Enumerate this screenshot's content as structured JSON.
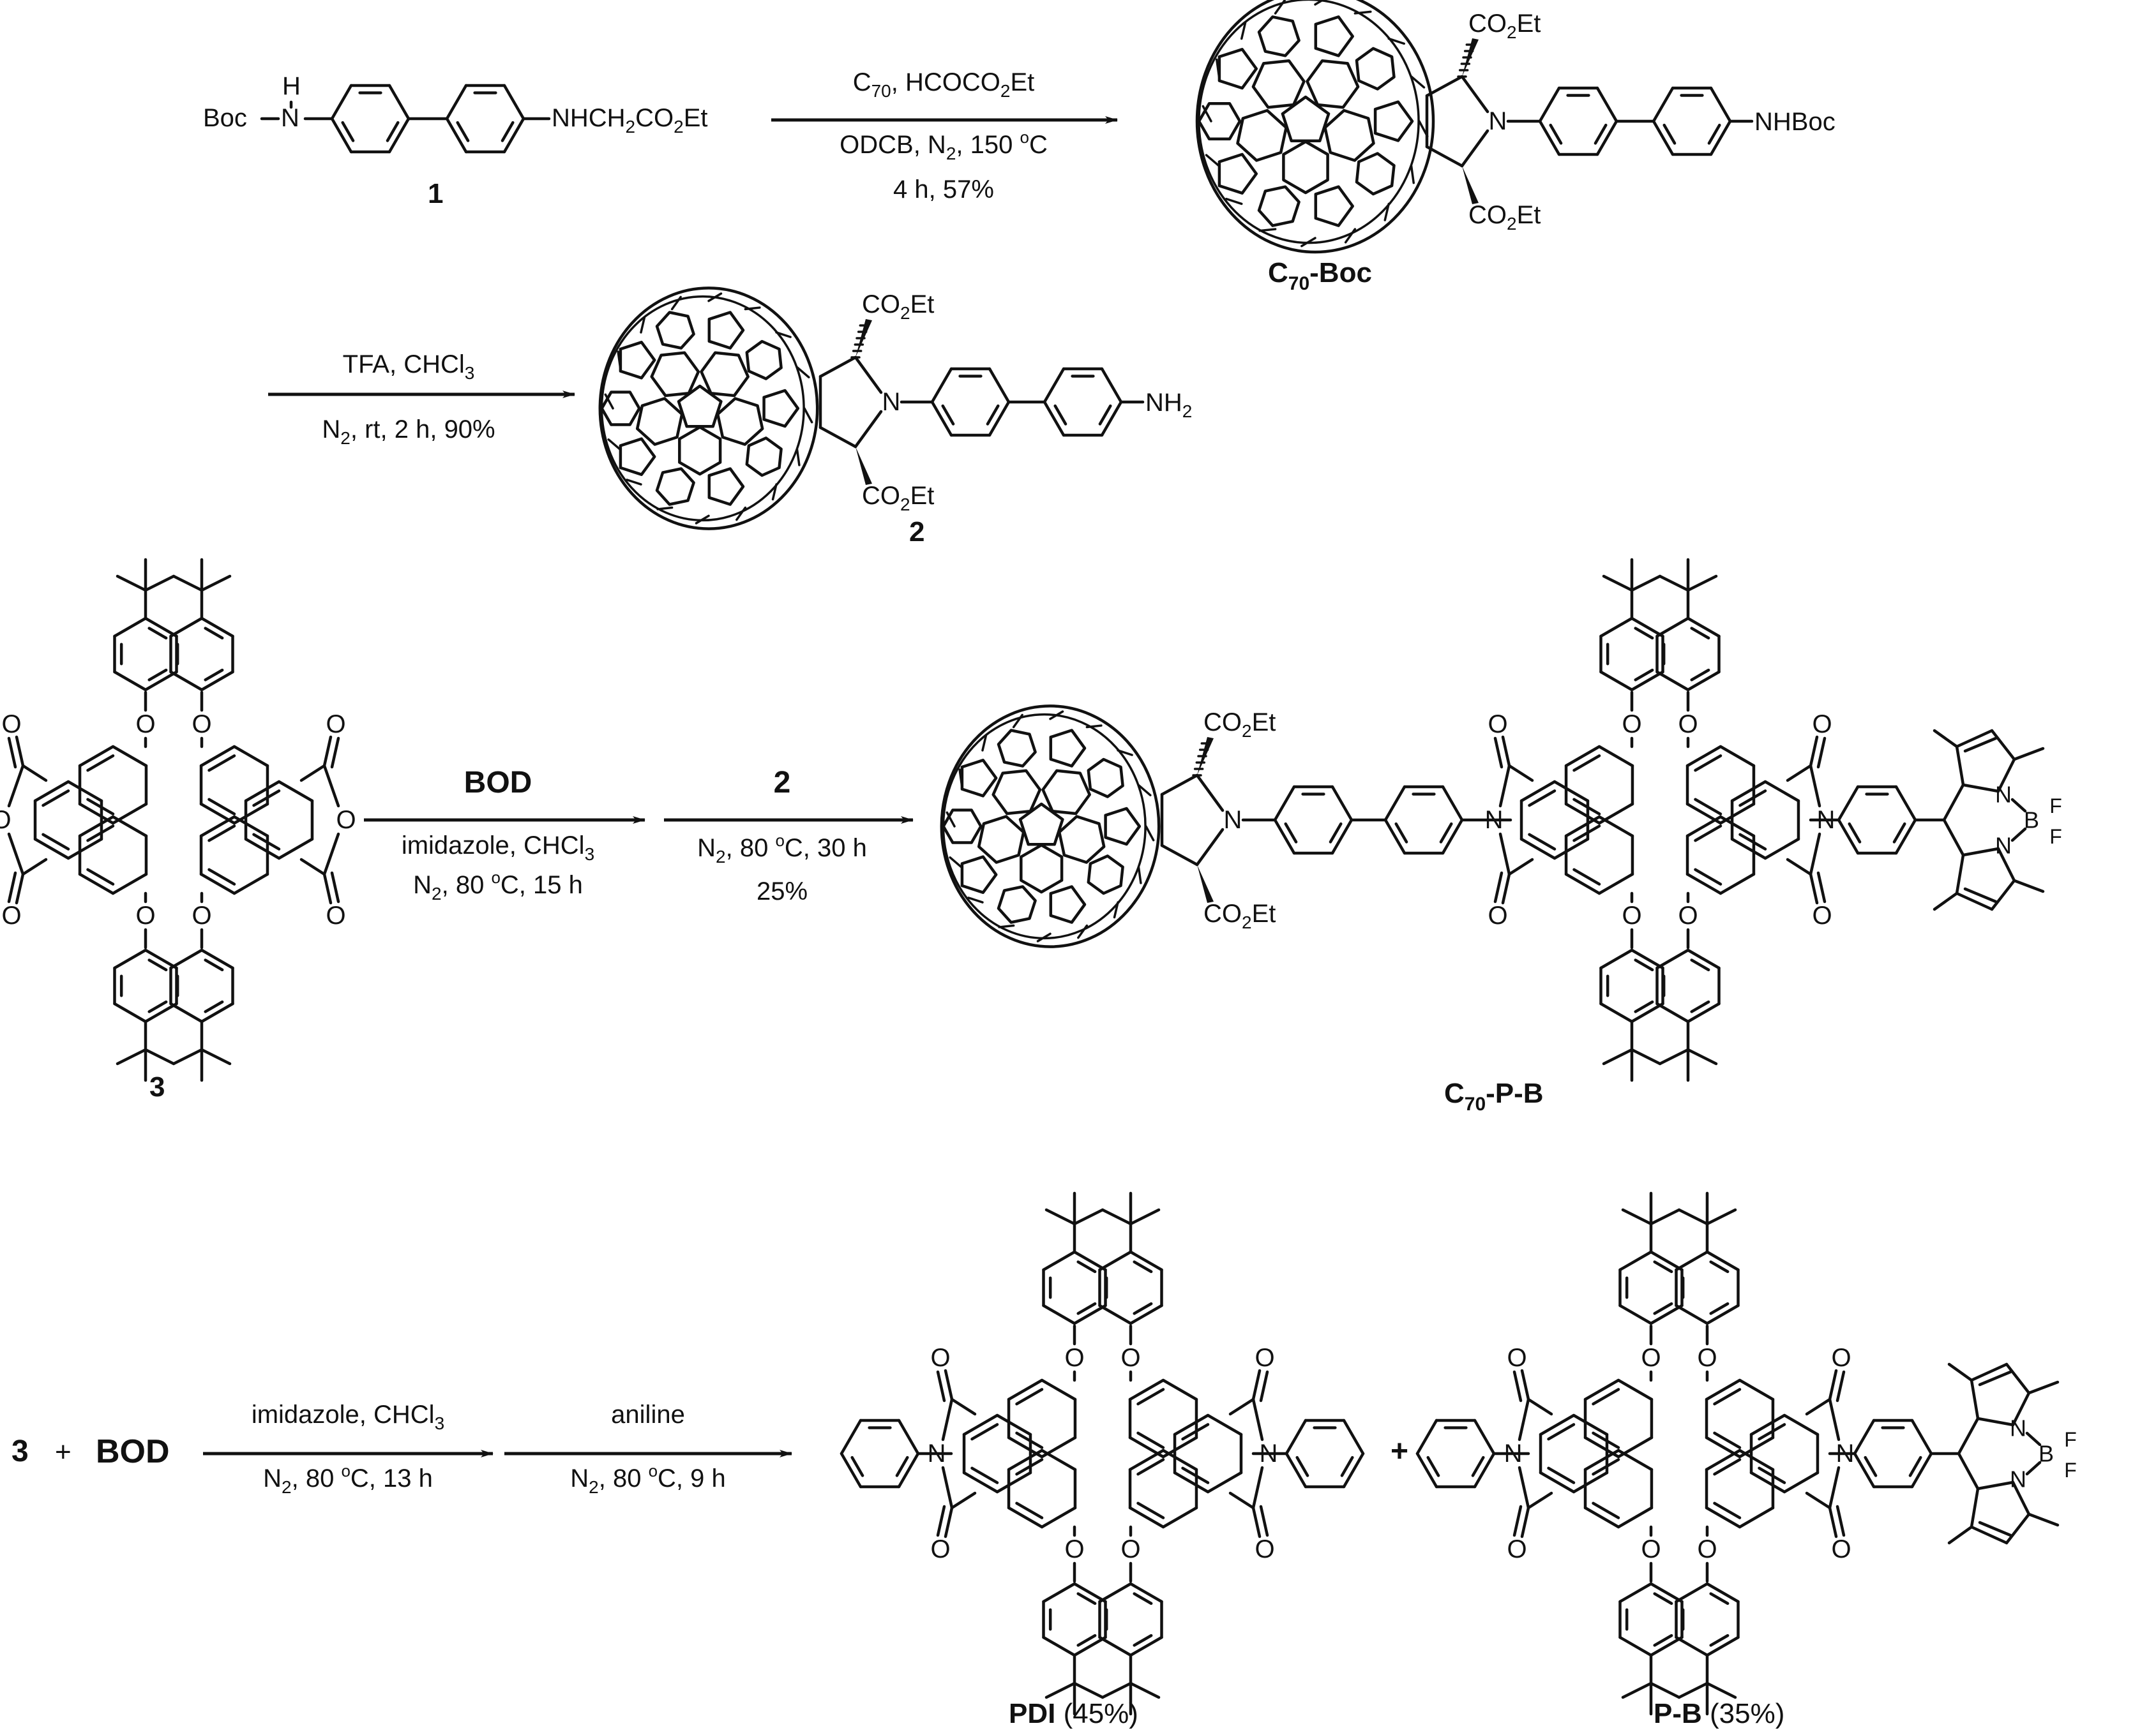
{
  "compounds": {
    "c1": {
      "boc": "Boc",
      "nh": "N",
      "h": "H",
      "sidechain": "NHCH",
      "sidechain_sub": "2",
      "sidechain_tail": "CO",
      "sidechain_sub2": "2",
      "sidechain_end": "Et",
      "label": "1"
    },
    "c70boc": {
      "co2et_a": "CO",
      "co2et_sub": "2",
      "co2et_end": "Et",
      "n": "N",
      "nhboc": "NHBoc",
      "label_c": "C",
      "label_sub": "70",
      "label_tail": "-Boc"
    },
    "c2": {
      "n": "N",
      "nh2": "NH",
      "nh2_sub": "2",
      "label": "2"
    },
    "c3": {
      "o": "O",
      "label": "3"
    },
    "c70pb": {
      "n": "N",
      "b": "B",
      "f": "F",
      "o": "O",
      "label_c": "C",
      "label_sub": "70",
      "label_tail": "-P-B"
    },
    "pdi": {
      "label": "PDI",
      "yield": " (45%)"
    },
    "pb": {
      "label": "P-B",
      "yield": " (35%)"
    },
    "co2et_text": "CO",
    "co2et_sub": "2",
    "co2et_end": "Et"
  },
  "arrows": {
    "a1": {
      "top": "C",
      "top_sub": "70",
      "top_tail": ", HCOCO",
      "top_sub2": "2",
      "top_end": "Et",
      "mid": "ODCB, N",
      "mid_sub": "2",
      "mid_tail": ", 150 ",
      "mid_sup": "o",
      "mid_end": "C",
      "bot": "4 h, 57%"
    },
    "a2": {
      "top": "TFA, CHCl",
      "top_sub": "3",
      "bot": "N",
      "bot_sub": "2",
      "bot_tail": ", rt, 2 h, 90%"
    },
    "a3": {
      "top": "BOD",
      "mid": "imidazole, CHCl",
      "mid_sub": "3",
      "bot": "N",
      "bot_sub": "2",
      "bot_tail": ", 80 ",
      "bot_sup": "o",
      "bot_end": "C, 15 h"
    },
    "a4": {
      "top": "2",
      "mid": "N",
      "mid_sub": "2",
      "mid_tail": ", 80 ",
      "mid_sup": "o",
      "mid_end": "C, 30 h",
      "bot": "25%"
    },
    "a5": {
      "top": "imidazole, CHCl",
      "top_sub": "3",
      "bot": "N",
      "bot_sub": "2",
      "bot_tail": ", 80 ",
      "bot_sup": "o",
      "bot_end": "C, 13 h"
    },
    "a6": {
      "top": "aniline",
      "bot": "N",
      "bot_sub": "2",
      "bot_tail": ", 80 ",
      "bot_sup": "o",
      "bot_end": "C, 9 h"
    }
  },
  "reactants_row4": {
    "three": "3",
    "plus": "+",
    "bod": "BOD",
    "plus2": "+"
  }
}
